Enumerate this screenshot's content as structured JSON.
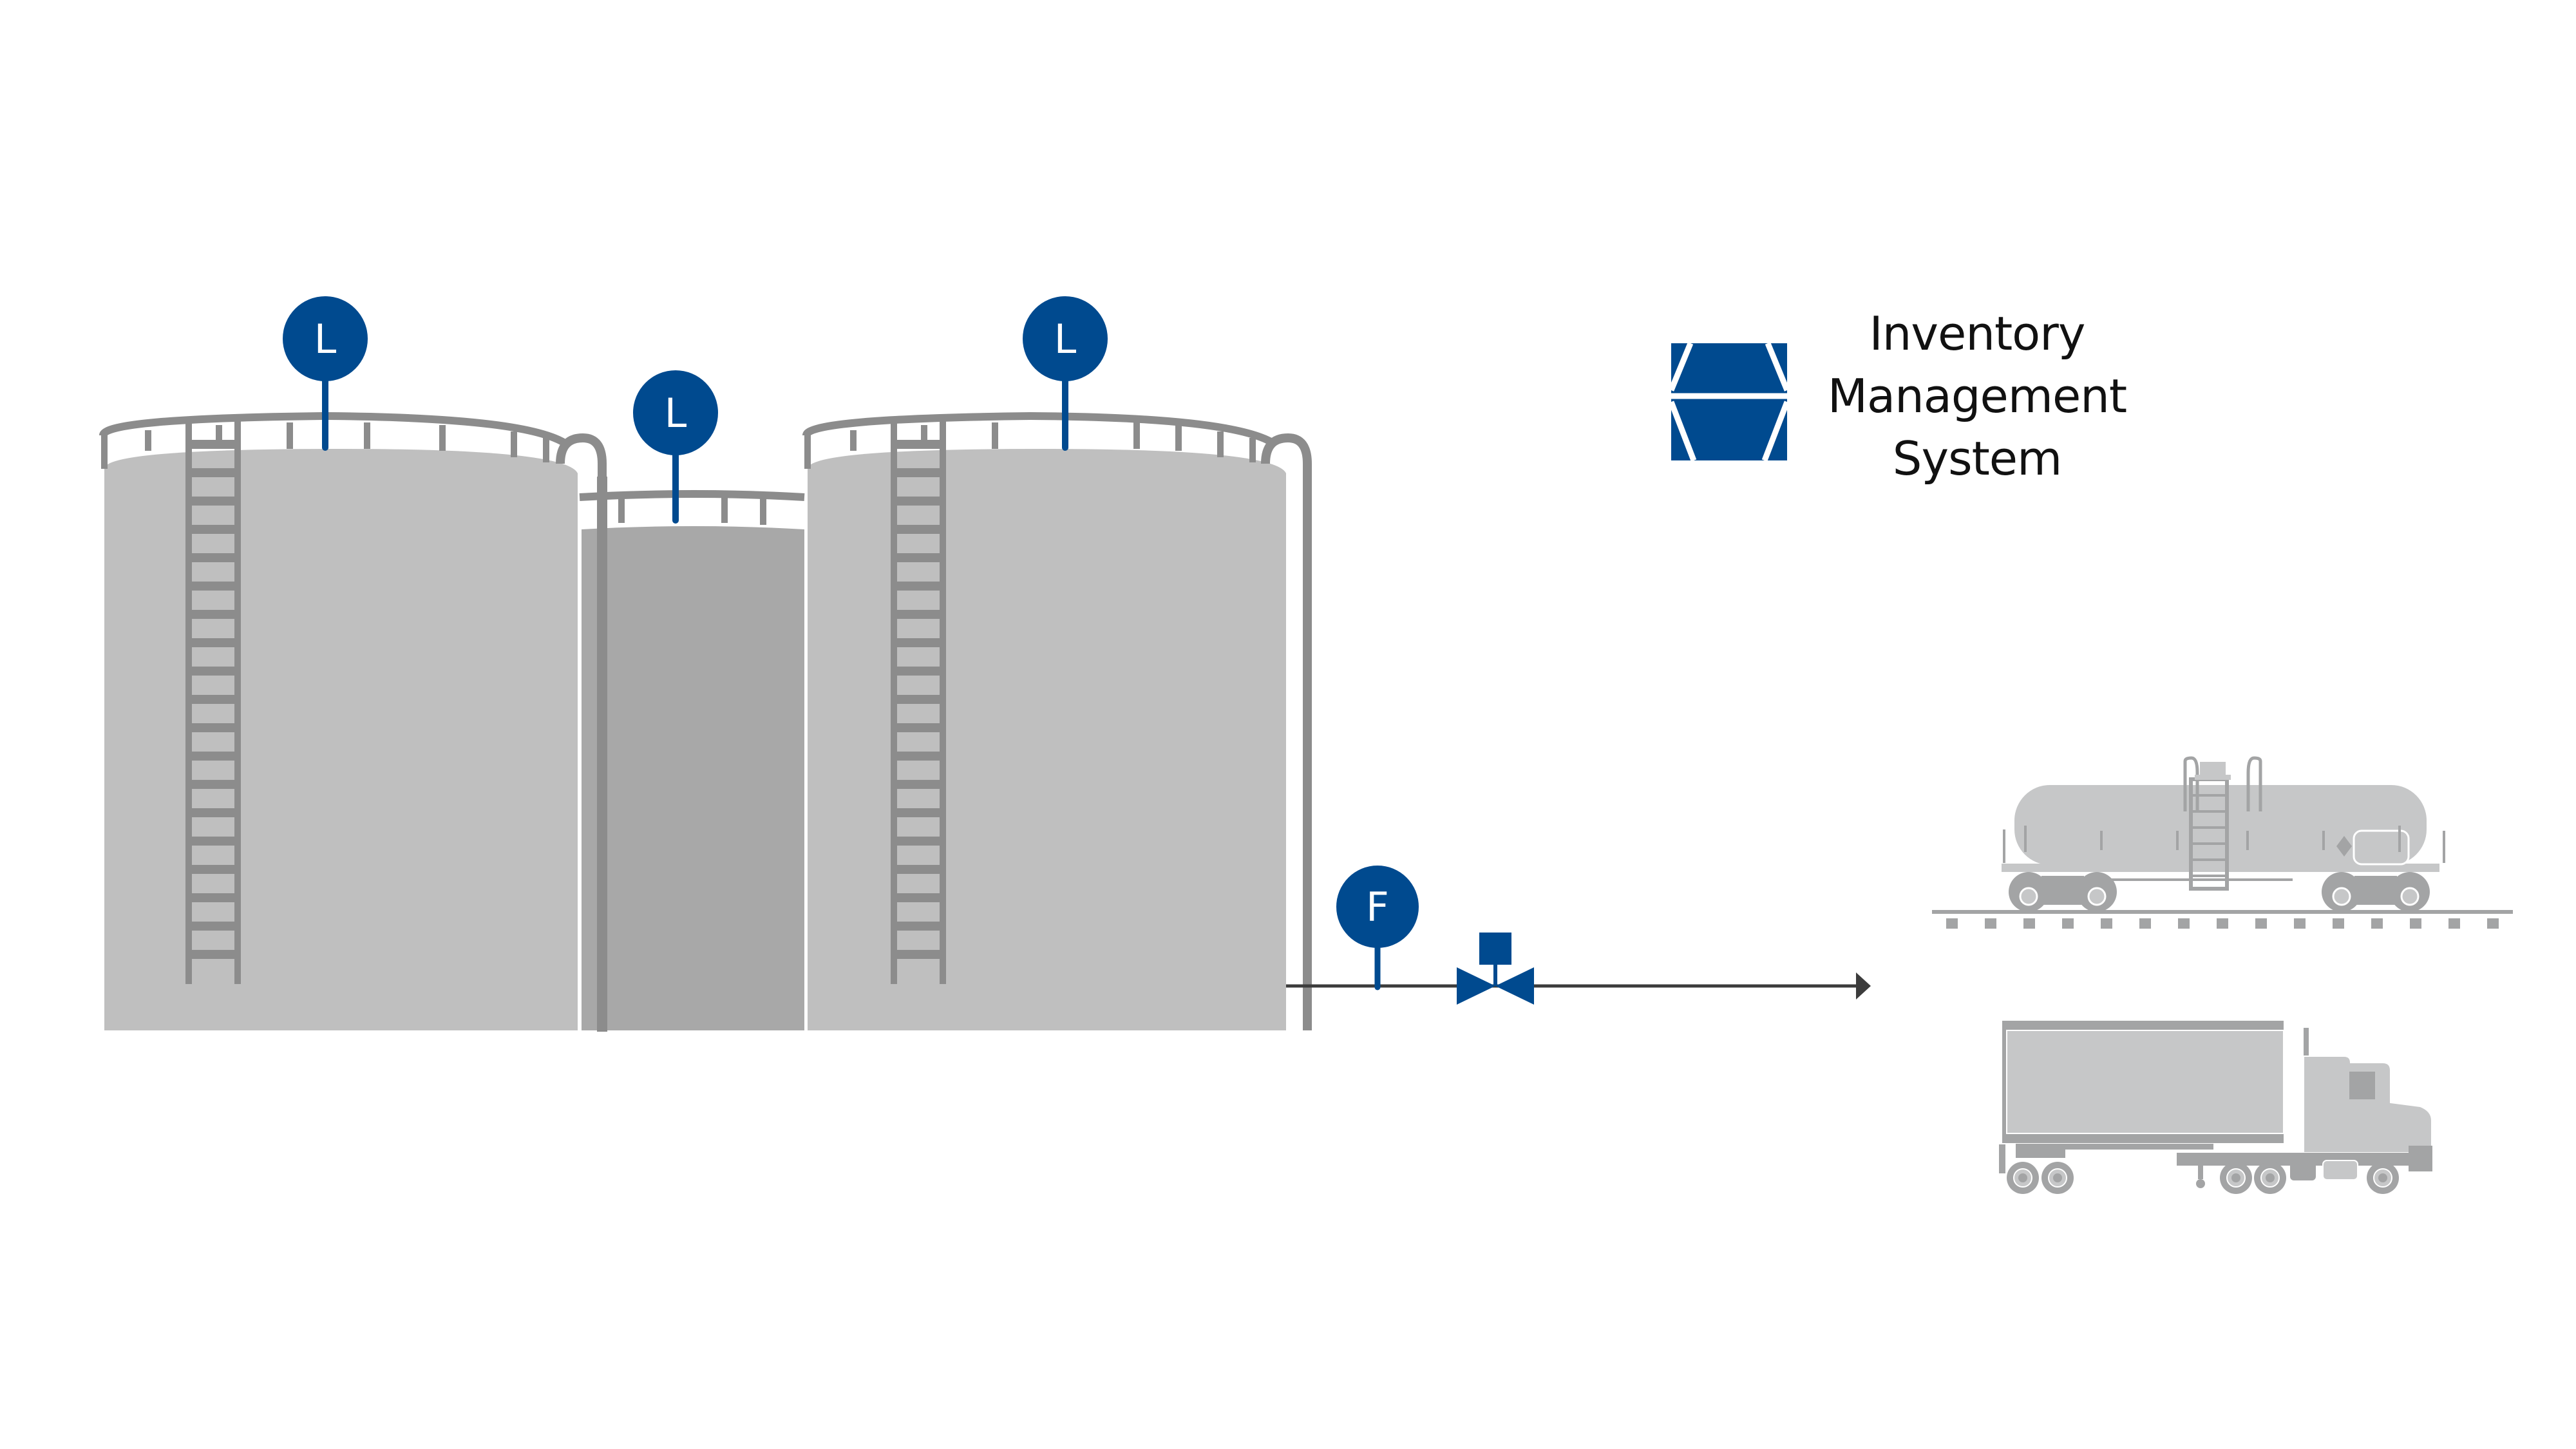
{
  "diagram": {
    "title": "Tank farm inventory management overview",
    "colors": {
      "instrument_blue": "#004a8f",
      "tank_light": "#bfbfbf",
      "tank_dark": "#a8a8a8",
      "structure_gray": "#8c8c8c",
      "vehicle_gray": "#c6c7c8",
      "vehicle_dark": "#a3a4a5",
      "pipe": "#3c3c3c",
      "text": "#111111"
    },
    "instruments": [
      {
        "id": "level-1",
        "letter": "L",
        "type": "level-transmitter",
        "tank": "left-tank"
      },
      {
        "id": "level-2",
        "letter": "L",
        "type": "level-transmitter",
        "tank": "middle-tank"
      },
      {
        "id": "level-3",
        "letter": "L",
        "type": "level-transmitter",
        "tank": "right-tank"
      },
      {
        "id": "flow-1",
        "letter": "F",
        "type": "flow-meter",
        "location": "outlet-pipe"
      }
    ],
    "system": {
      "icon": "inventory-management-logo-icon",
      "label_lines": [
        "Inventory",
        "Management",
        "System"
      ]
    },
    "destinations": [
      {
        "id": "rail-tank-car",
        "icon": "rail-tank-car-icon"
      },
      {
        "id": "tank-truck",
        "icon": "semi-truck-icon"
      }
    ],
    "components": {
      "tanks": [
        "left-tank",
        "middle-tank",
        "right-tank"
      ],
      "valve": "control-valve-icon",
      "flow_direction": "right"
    }
  }
}
